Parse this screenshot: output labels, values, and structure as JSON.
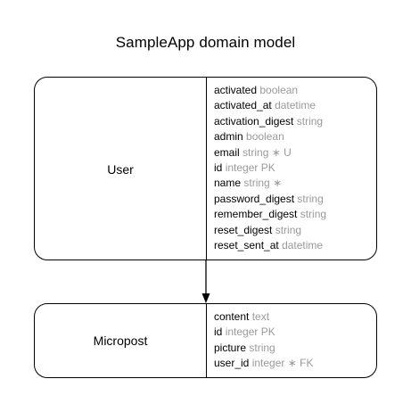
{
  "title": "SampleApp domain model",
  "entities": [
    {
      "name": "User",
      "attributes": [
        {
          "name": "activated",
          "type": "boolean",
          "key": ""
        },
        {
          "name": "activated_at",
          "type": "datetime",
          "key": ""
        },
        {
          "name": "activation_digest",
          "type": "string",
          "key": ""
        },
        {
          "name": "admin",
          "type": "boolean",
          "key": ""
        },
        {
          "name": "email",
          "type": "string",
          "key": "∗ U"
        },
        {
          "name": "id",
          "type": "integer",
          "key": "PK"
        },
        {
          "name": "name",
          "type": "string",
          "key": "∗"
        },
        {
          "name": "password_digest",
          "type": "string",
          "key": ""
        },
        {
          "name": "remember_digest",
          "type": "string",
          "key": ""
        },
        {
          "name": "reset_digest",
          "type": "string",
          "key": ""
        },
        {
          "name": "reset_sent_at",
          "type": "datetime",
          "key": ""
        }
      ]
    },
    {
      "name": "Micropost",
      "attributes": [
        {
          "name": "content",
          "type": "text",
          "key": ""
        },
        {
          "name": "id",
          "type": "integer",
          "key": "PK"
        },
        {
          "name": "picture",
          "type": "string",
          "key": ""
        },
        {
          "name": "user_id",
          "type": "integer",
          "key": "∗ FK"
        }
      ]
    }
  ]
}
